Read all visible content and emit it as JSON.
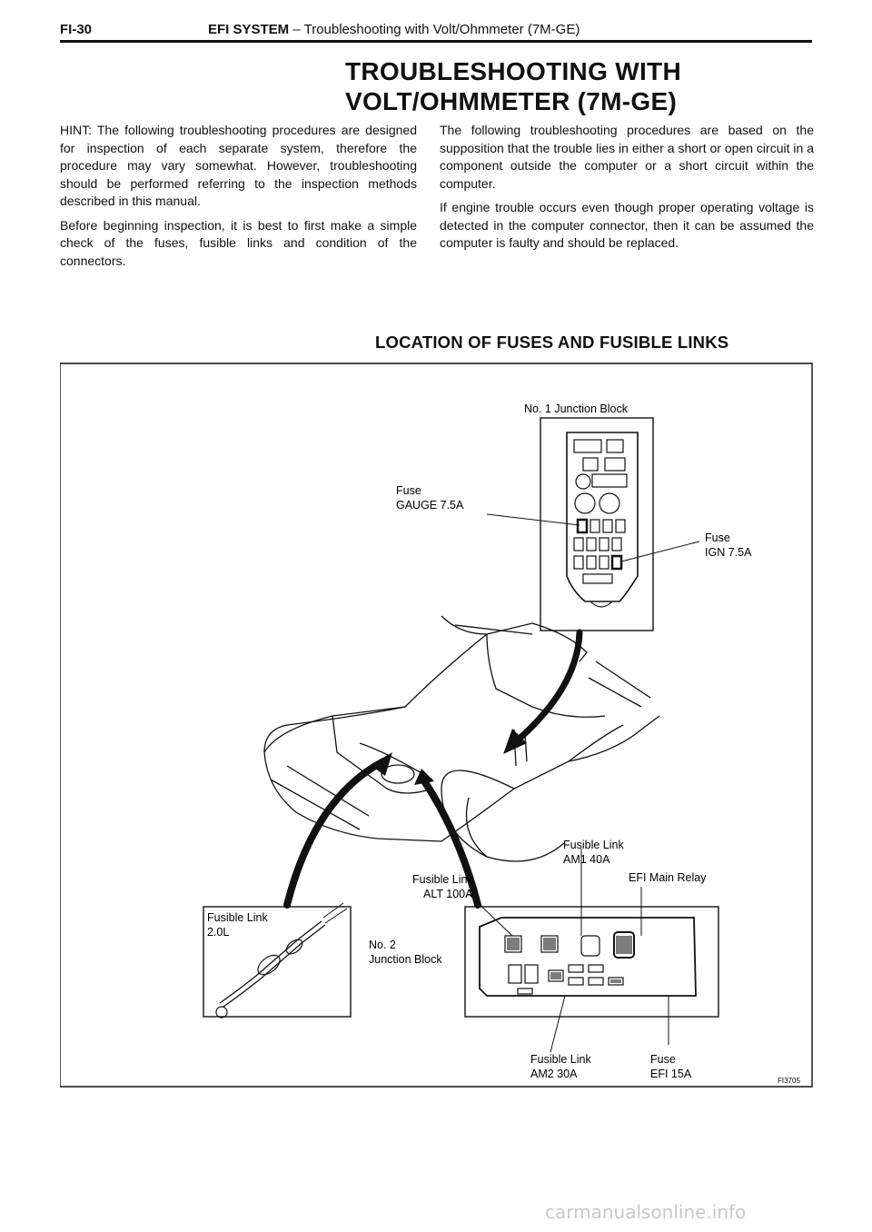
{
  "header": {
    "page_number": "FI-30",
    "section_bold": "EFI SYSTEM",
    "section_rest": " – Troubleshooting with Volt/Ohmmeter (7M-GE)"
  },
  "title": {
    "line1": "TROUBLESHOOTING WITH",
    "line2": "VOLT/OHMMETER (7M-GE)"
  },
  "left_column": [
    "HINT:  The following troubleshooting procedures are designed for inspection of each separate system, therefore the procedure may vary somewhat. However, troubleshooting should be performed referring to the inspection methods described in this manual.",
    "Before beginning inspection, it is best to first make a simple check of the fuses, fusible links and condition of the connectors."
  ],
  "right_column": [
    "The following troubleshooting procedures are based on the supposition that the trouble lies in either a short or open circuit in a component outside the computer or a short circuit within the computer.",
    "If engine trouble occurs even though proper operating voltage is detected in the computer connector, then it can be assumed the computer is faulty and should be replaced."
  ],
  "diagram": {
    "subtitle": "LOCATION OF FUSES AND FUSIBLE LINKS",
    "labels": {
      "junction_block_1": "No. 1 Junction Block",
      "fuse_gauge_1": "Fuse",
      "fuse_gauge_2": "GAUGE 7.5A",
      "fuse_ign_1": "Fuse",
      "fuse_ign_2": "IGN 7.5A",
      "fl_am1_1": "Fusible Link",
      "fl_am1_2": "AM1 40A",
      "efi_main_relay": "EFI Main Relay",
      "fl_alt_1": "Fusible Link",
      "fl_alt_2": "ALT 100A",
      "fl_20_1": "Fusible Link",
      "fl_20_2": "2.0L",
      "junction_block_2_1": "No. 2",
      "junction_block_2_2": "Junction Block",
      "fl_am2_1": "Fusible Link",
      "fl_am2_2": "AM2 30A",
      "fuse_efi_1": "Fuse",
      "fuse_efi_2": "EFI 15A",
      "figure_code": "FI3705"
    }
  },
  "watermark": "carmanualsonline.info"
}
